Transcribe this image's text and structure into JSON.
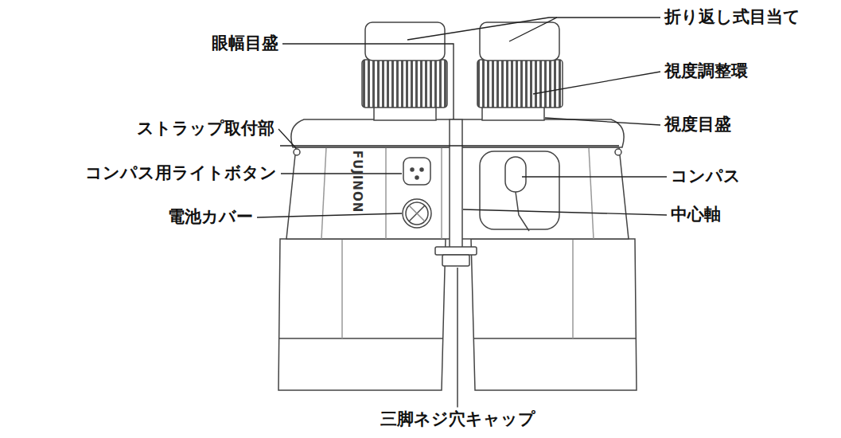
{
  "diagram": {
    "labels": [
      "眼幅目盛",
      "折り返し式目当て",
      "視度調整環",
      "視度目盛",
      "ストラップ取付部",
      "コンパス用ライトボタン",
      "電池カバー",
      "コンパス",
      "中心軸",
      "三脚ネジ穴キャップ",
      "FUJINON"
    ]
  }
}
